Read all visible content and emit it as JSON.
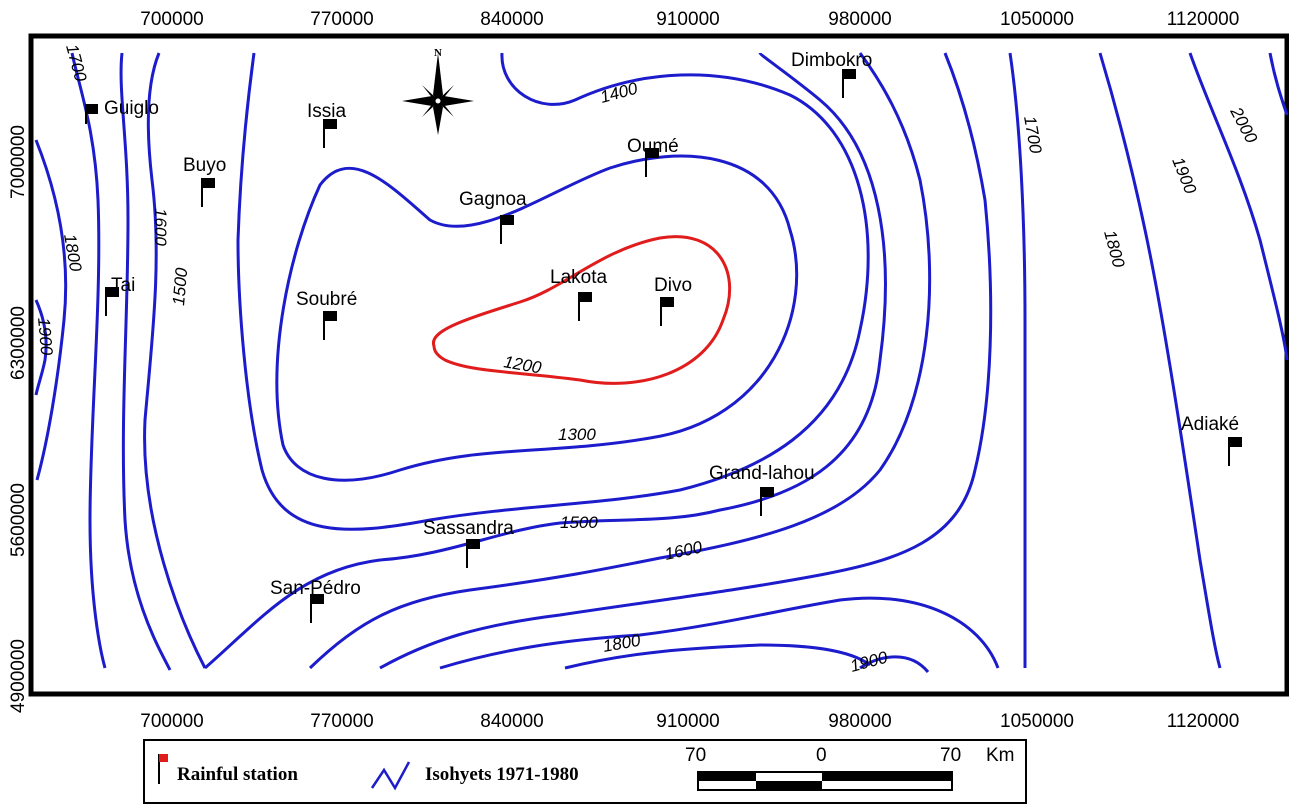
{
  "colors": {
    "isohyet": "#1c1ccc",
    "isohyet_min": "#e01c1c",
    "frame": "#000000"
  },
  "axes": {
    "x_ticks": [
      "700000",
      "770000",
      "840000",
      "910000",
      "980000",
      "1050000",
      "1120000"
    ],
    "y_ticks": [
      "7000000",
      "6300000",
      "5600000",
      "4900000"
    ]
  },
  "stations": [
    "Guiglo",
    "Issia",
    "Dimbokro",
    "Buyo",
    "Oumé",
    "Gagnoa",
    "Tai",
    "Soubré",
    "Lakota",
    "Divo",
    "Adiaké",
    "Grand-lahou",
    "Sassandra",
    "San-Pédro"
  ],
  "isohyet_labels": [
    "1700",
    "1800",
    "1900",
    "1600",
    "1500",
    "1400",
    "1300",
    "1200",
    "1500",
    "1600",
    "1800",
    "1900",
    "1700",
    "1800",
    "1900",
    "2000"
  ],
  "north_arrow": {
    "letter": "N",
    "icon": "compass-rose-icon"
  },
  "legend": {
    "station_label": "Rainful station",
    "isohyet_label": "Isohyets 1971-1980",
    "station_icon": "red-flag-icon",
    "isohyet_icon": "blue-line-icon"
  },
  "scale_bar": {
    "left": "70",
    "center": "0",
    "right": "70",
    "unit": "Km"
  }
}
